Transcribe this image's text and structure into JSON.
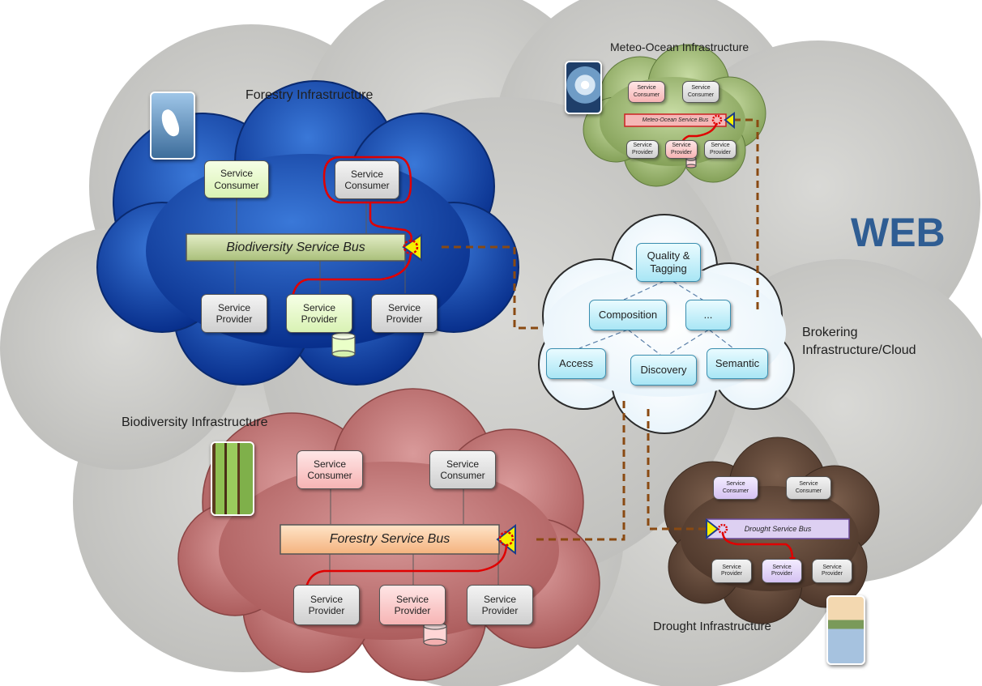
{
  "web_label": "WEB",
  "colors": {
    "background_cloud": "#cfcfcc",
    "forestry_cloud": "#0b3ea8",
    "biodiversity_cloud": "#b76a6a",
    "meteo_cloud": "#95b16a",
    "drought_cloud": "#5b4436",
    "broker_cloud": "#ffffff",
    "link_dash": "#8a4a12",
    "flow_arrow": "#e00000",
    "web_text": "#2f5d93"
  },
  "forestry": {
    "title": "Forestry Infrastructure",
    "consumer1": "Service\nConsumer",
    "consumer2": "Service\nConsumer",
    "bus": "Biodiversity Service Bus",
    "provider1": "Service\nProvider",
    "provider2": "Service\nProvider",
    "provider3": "Service\nProvider"
  },
  "biodiversity": {
    "title": "Biodiversity Infrastructure",
    "consumer1": "Service\nConsumer",
    "consumer2": "Service\nConsumer",
    "bus": "Forestry Service Bus",
    "provider1": "Service\nProvider",
    "provider2": "Service\nProvider",
    "provider3": "Service\nProvider"
  },
  "meteo": {
    "title": "Meteo-Ocean Infrastructure",
    "consumer1": "Service\nConsumer",
    "consumer2": "Service\nConsumer",
    "bus": "Meteo-Ocean Service Bus",
    "provider1": "Service\nProvider",
    "provider2": "Service\nProvider",
    "provider3": "Service\nProvider"
  },
  "drought": {
    "title": "Drought Infrastructure",
    "consumer1": "Service\nConsumer",
    "consumer2": "Service\nConsumer",
    "bus": "Drought Service Bus",
    "provider1": "Service\nProvider",
    "provider2": "Service\nProvider",
    "provider3": "Service\nProvider"
  },
  "broker": {
    "title": "Brokering\nInfrastructure/Cloud",
    "quality": "Quality &\nTagging",
    "composition": "Composition",
    "ellipsis": "...",
    "access": "Access",
    "discovery": "Discovery",
    "semantic": "Semantic"
  }
}
